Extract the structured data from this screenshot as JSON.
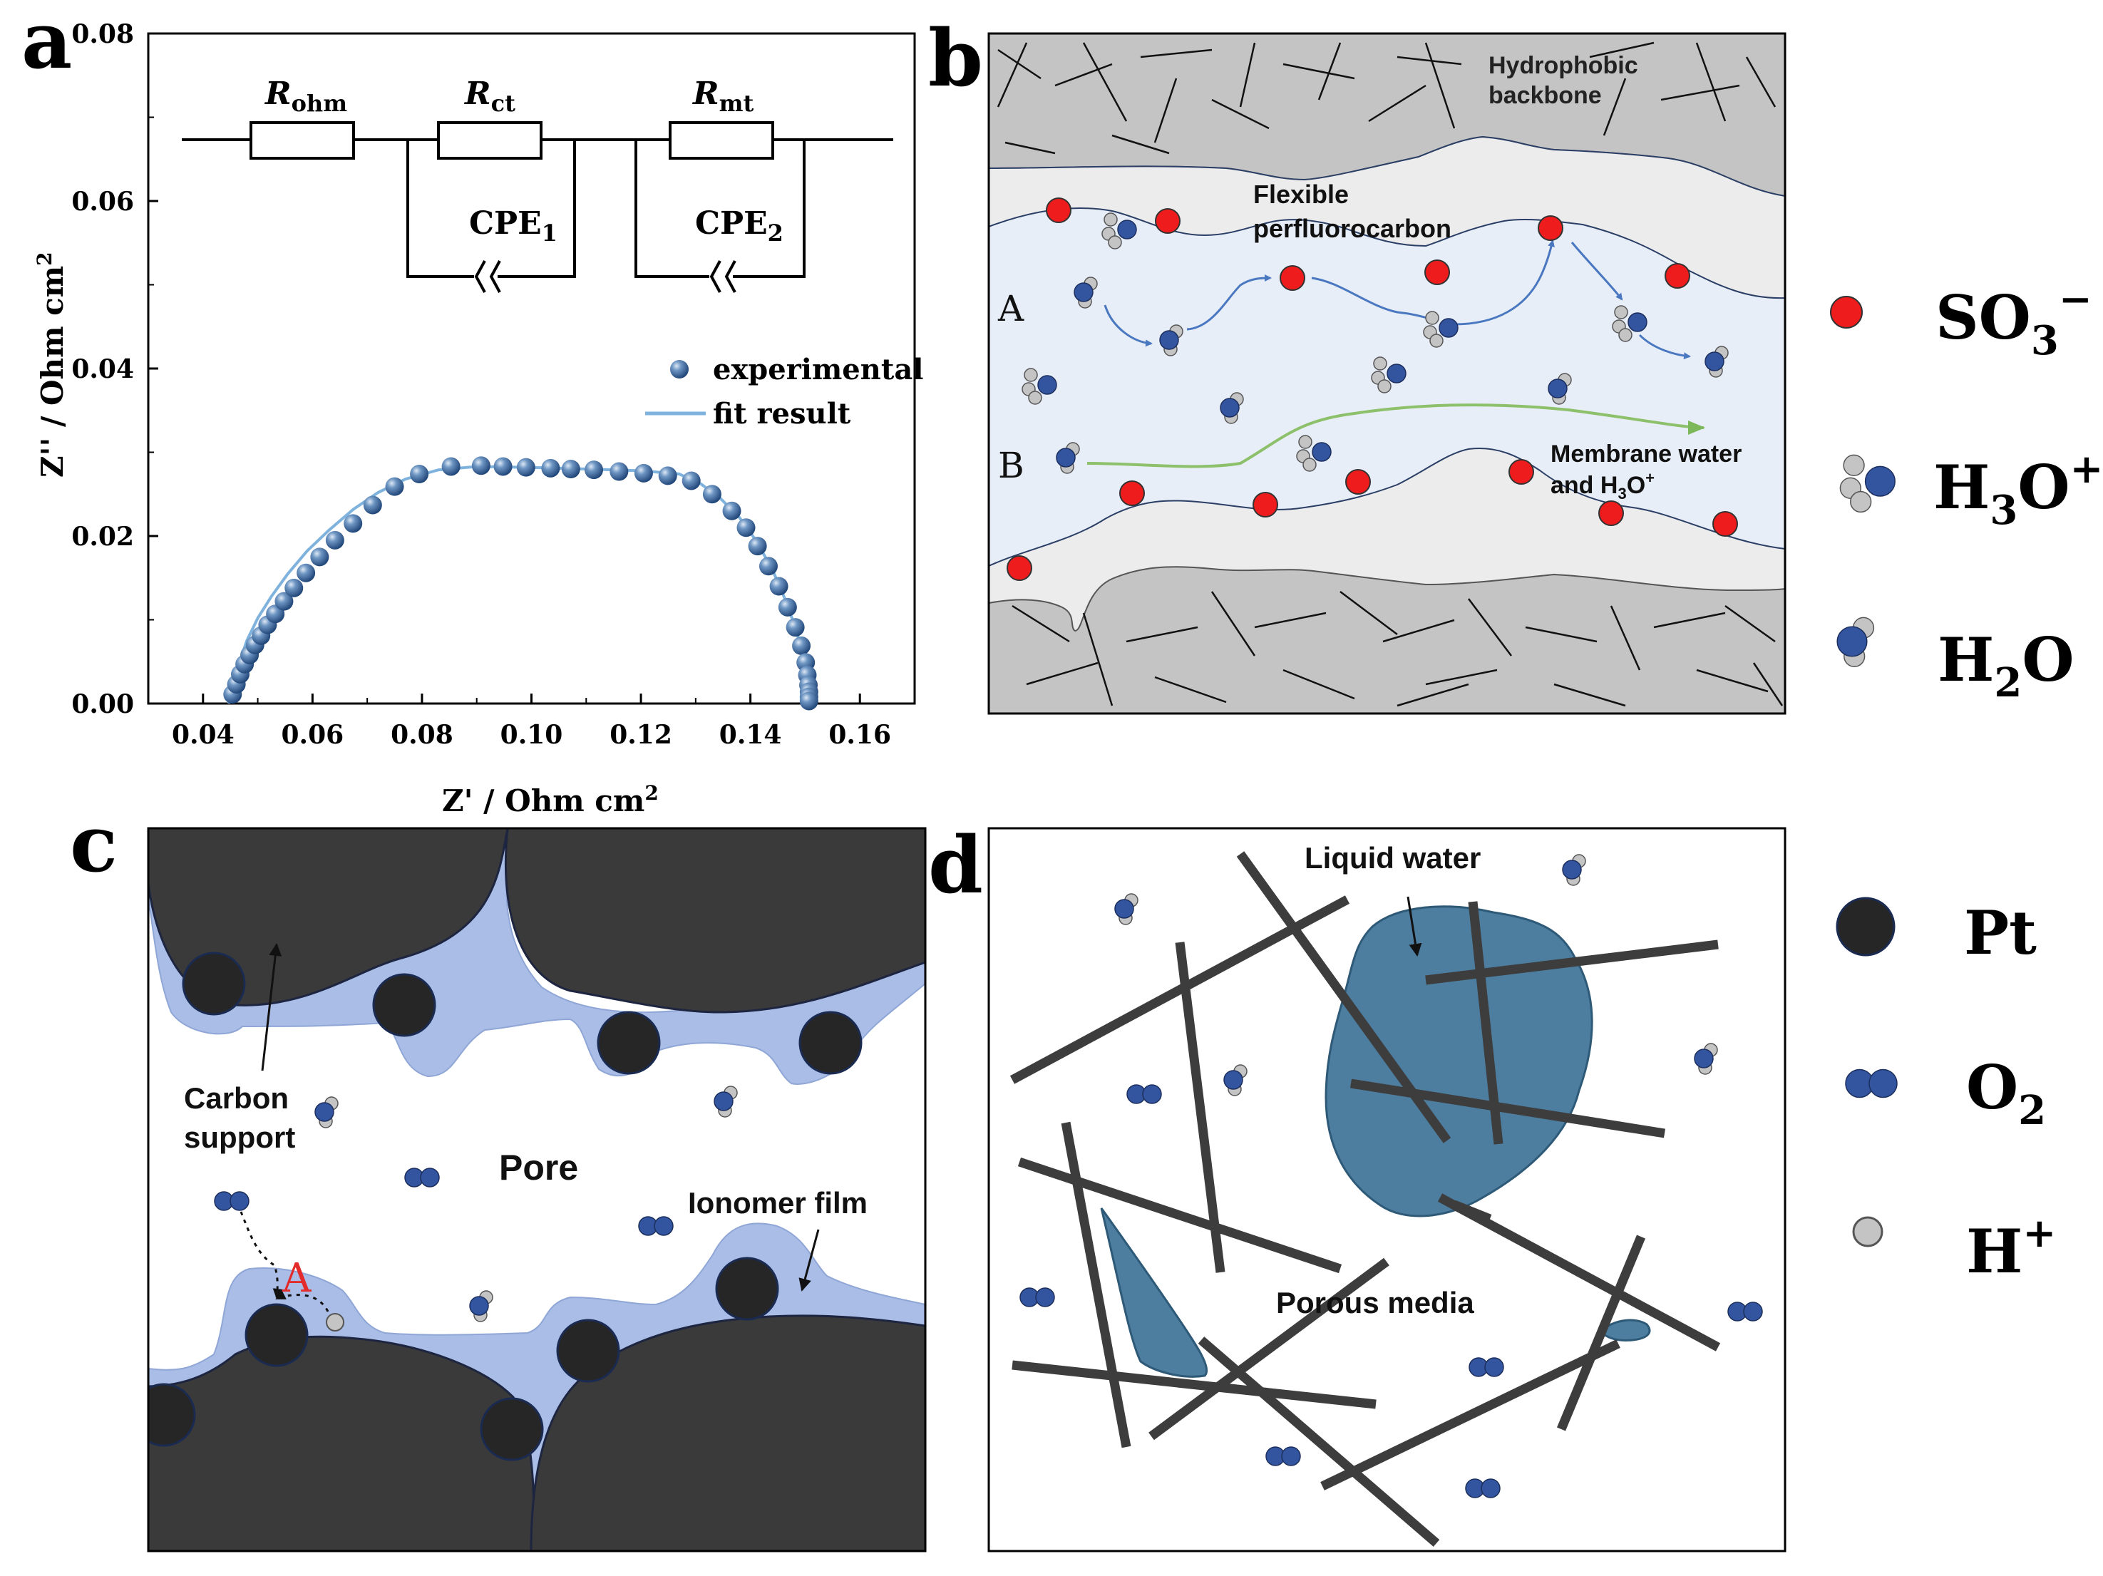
{
  "panel_letters": {
    "a": "a",
    "b": "b",
    "c": "c",
    "d": "d"
  },
  "colors": {
    "ionomer": "#a9bde6",
    "carbon": "#3a3a3a",
    "liquid_water": "#4d7d9f",
    "so3": "#ee1c1c",
    "oxygen_atom": "#3355a0",
    "hydrogen_atom": "#c4c4c4",
    "channel": "#e8eef8",
    "perfluoro": "#ececec",
    "backbone": "#c4c4c4",
    "fit_line": "#7fb3dd",
    "marker": "#3a6fa8",
    "green_path": "#8dc06a"
  },
  "panel_a": {
    "circuit": {
      "r_ohm": {
        "main": "R",
        "sub": "ohm"
      },
      "r_ct": {
        "main": "R",
        "sub": "ct"
      },
      "r_mt": {
        "main": "R",
        "sub": "mt"
      },
      "cpe1": {
        "main": "CPE",
        "sub": "1"
      },
      "cpe2": {
        "main": "CPE",
        "sub": "2"
      }
    },
    "legend": {
      "experimental": "experimental",
      "fit": "fit result"
    }
  },
  "chart_data": {
    "type": "scatter",
    "title": "",
    "xlabel": "Z' / Ohm cm",
    "xlabel_sup": "2",
    "ylabel": "Z'' / Ohm cm",
    "ylabel_sup": "2",
    "xlim": [
      0.03,
      0.17
    ],
    "ylim": [
      0.0,
      0.08
    ],
    "xticks": [
      "0.04",
      "0.06",
      "0.08",
      "0.10",
      "0.12",
      "0.14",
      "0.16"
    ],
    "yticks": [
      "0.00",
      "0.02",
      "0.04",
      "0.06",
      "0.08"
    ],
    "grid": false,
    "legend_position": "right",
    "series": [
      {
        "name": "experimental",
        "kind": "markers",
        "points": [
          [
            0.0454,
            0.0011
          ],
          [
            0.0461,
            0.0023
          ],
          [
            0.0468,
            0.0035
          ],
          [
            0.0476,
            0.0047
          ],
          [
            0.0485,
            0.0058
          ],
          [
            0.0495,
            0.007
          ],
          [
            0.0506,
            0.0081
          ],
          [
            0.0518,
            0.0094
          ],
          [
            0.0532,
            0.0107
          ],
          [
            0.0548,
            0.0122
          ],
          [
            0.0566,
            0.0138
          ],
          [
            0.0588,
            0.0156
          ],
          [
            0.0613,
            0.0175
          ],
          [
            0.0641,
            0.0195
          ],
          [
            0.0674,
            0.0215
          ],
          [
            0.071,
            0.0237
          ],
          [
            0.075,
            0.0259
          ],
          [
            0.0795,
            0.0274
          ],
          [
            0.0853,
            0.0283
          ],
          [
            0.0908,
            0.0284
          ],
          [
            0.0948,
            0.0283
          ],
          [
            0.099,
            0.0282
          ],
          [
            0.1035,
            0.0281
          ],
          [
            0.1072,
            0.028
          ],
          [
            0.1114,
            0.0279
          ],
          [
            0.116,
            0.0277
          ],
          [
            0.1205,
            0.0275
          ],
          [
            0.1249,
            0.0272
          ],
          [
            0.1292,
            0.0266
          ],
          [
            0.133,
            0.025
          ],
          [
            0.1366,
            0.023
          ],
          [
            0.1392,
            0.021
          ],
          [
            0.1413,
            0.0188
          ],
          [
            0.1433,
            0.0164
          ],
          [
            0.1452,
            0.014
          ],
          [
            0.1468,
            0.0115
          ],
          [
            0.1482,
            0.0091
          ],
          [
            0.1493,
            0.0069
          ],
          [
            0.1501,
            0.0049
          ],
          [
            0.1504,
            0.0034
          ],
          [
            0.1506,
            0.0022
          ],
          [
            0.1507,
            0.0014
          ],
          [
            0.1507,
            0.0008
          ],
          [
            0.1507,
            0.0003
          ]
        ]
      },
      {
        "name": "fit result",
        "kind": "line",
        "points": [
          [
            0.0447,
            0.0
          ],
          [
            0.0455,
            0.0024
          ],
          [
            0.0466,
            0.0048
          ],
          [
            0.048,
            0.0075
          ],
          [
            0.05,
            0.0102
          ],
          [
            0.0525,
            0.0128
          ],
          [
            0.0555,
            0.0155
          ],
          [
            0.059,
            0.0182
          ],
          [
            0.063,
            0.0207
          ],
          [
            0.0675,
            0.0232
          ],
          [
            0.072,
            0.0252
          ],
          [
            0.077,
            0.0268
          ],
          [
            0.083,
            0.0279
          ],
          [
            0.09,
            0.0283
          ],
          [
            0.1,
            0.0282
          ],
          [
            0.11,
            0.028
          ],
          [
            0.12,
            0.0278
          ],
          [
            0.127,
            0.0274
          ],
          [
            0.131,
            0.0262
          ],
          [
            0.1345,
            0.0245
          ],
          [
            0.138,
            0.0222
          ],
          [
            0.141,
            0.0195
          ],
          [
            0.144,
            0.016
          ],
          [
            0.1465,
            0.0122
          ],
          [
            0.1485,
            0.0085
          ],
          [
            0.1498,
            0.005
          ],
          [
            0.1505,
            0.0022
          ],
          [
            0.1507,
            0.0
          ]
        ]
      }
    ]
  },
  "panel_b": {
    "hydrophobic_backbone": [
      "Hydrophobic",
      "backbone"
    ],
    "flexible_perfluorocarbon": [
      "Flexible",
      "perfluorocarbon"
    ],
    "path_a": "A",
    "path_b": "B",
    "membrane_water_line1": "Membrane water",
    "membrane_water_line2": {
      "pre": "and H",
      "sub": "3",
      "mid": "O",
      "sup": "+"
    },
    "legend": {
      "so3": {
        "main": "SO",
        "sub": "3",
        "sup": "−"
      },
      "h3o": {
        "pre": "H",
        "sub": "3",
        "mid": "O",
        "sup": "+"
      },
      "h2o": {
        "pre": "H",
        "sub": "2",
        "mid": "O"
      }
    }
  },
  "panel_c": {
    "carbon_support": [
      "Carbon",
      "support"
    ],
    "pore": "Pore",
    "ionomer_film": "Ionomer film",
    "marker_a": "A",
    "legend": {
      "pt": "Pt",
      "o2": {
        "main": "O",
        "sub": "2"
      },
      "h_plus": {
        "main": "H",
        "sup": "+"
      }
    }
  },
  "panel_d": {
    "liquid_water": "Liquid water",
    "porous_media": "Porous media"
  }
}
